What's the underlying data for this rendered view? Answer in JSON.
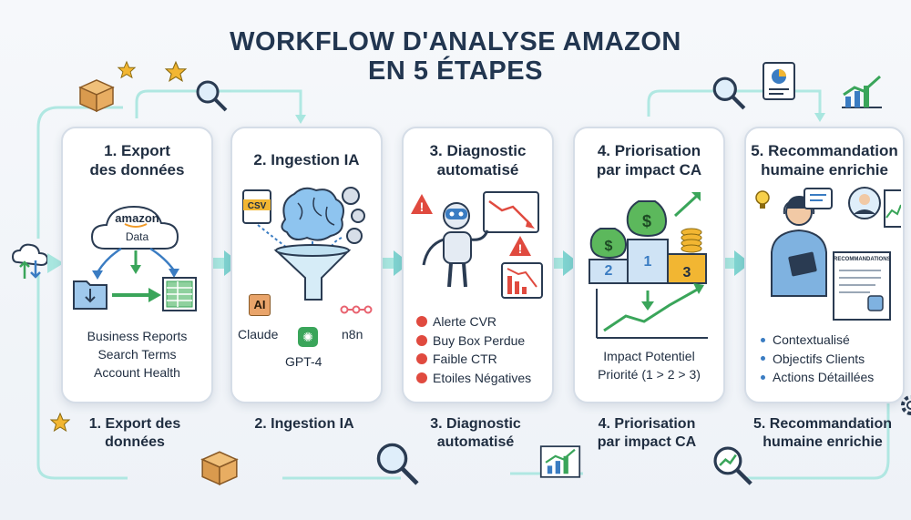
{
  "title": {
    "line1": "WORKFLOW D'ANALYSE AMAZON",
    "line2": "EN 5 ÉTAPES"
  },
  "steps": [
    {
      "title_lines": [
        "1. Export",
        "des données"
      ],
      "icon_text": {
        "amazon": "amazon",
        "data": "Data"
      },
      "items": [
        "Business Reports",
        "Search Terms",
        "Account Health"
      ],
      "bottom_lines": [
        "1. Export des",
        "données"
      ]
    },
    {
      "title_lines": [
        "2. Ingestion IA"
      ],
      "icon_text": {
        "csv": "CSV"
      },
      "tools": {
        "claude": "Claude",
        "gpt": "GPT-4",
        "n8n": "n8n"
      },
      "bottom_lines": [
        "2. Ingestion IA"
      ]
    },
    {
      "title_lines": [
        "3. Diagnostic",
        "automatisé"
      ],
      "items": [
        "Alerte CVR",
        "Buy Box Perdue",
        "Faible CTR",
        "Etoiles Négatives"
      ],
      "bottom_lines": [
        "3. Diagnostic",
        "automatisé"
      ]
    },
    {
      "title_lines": [
        "4. Priorisation",
        "par impact CA"
      ],
      "podium": [
        "2",
        "1",
        "3"
      ],
      "items": [
        "Impact Potentiel",
        "Priorité (1 > 2 > 3)"
      ],
      "bottom_lines": [
        "4. Priorisation",
        "par impact CA"
      ]
    },
    {
      "title_lines": [
        "5. Recommandation",
        "humaine enrichie"
      ],
      "doc_label": "RECOMMANDATIONS",
      "items": [
        "Contextualisé",
        "Objectifs Clients",
        "Actions Détaillées"
      ],
      "bottom_lines": [
        "5. Recommandation",
        "humaine enrichie"
      ]
    }
  ],
  "colors": {
    "flow": "#a8e6df",
    "arrow": "#7fd3d0",
    "blue": "#3a7cc2",
    "green": "#3aa55a",
    "gold": "#f2b632",
    "red": "#e04a3f"
  }
}
